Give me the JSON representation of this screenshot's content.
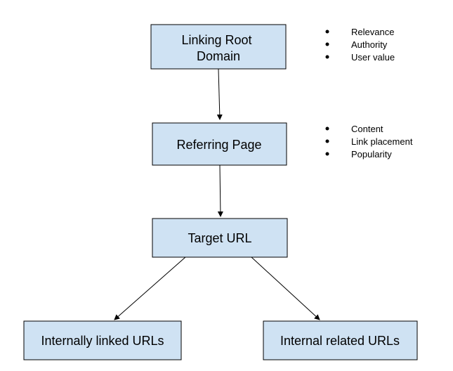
{
  "diagram": {
    "nodes": {
      "linking_root_domain": {
        "line1": "Linking Root",
        "line2": "Domain"
      },
      "referring_page": {
        "label": "Referring Page"
      },
      "target_url": {
        "label": "Target URL"
      },
      "internally_linked_urls": {
        "label": "Internally linked URLs"
      },
      "internal_related_urls": {
        "label": "Internal related URLs"
      }
    },
    "notes": {
      "domain": [
        "Relevance",
        "Authority",
        "User value"
      ],
      "page": [
        "Content",
        "Link placement",
        "Popularity"
      ]
    },
    "colors": {
      "box_fill": "#cfe2f3",
      "border": "#000000"
    }
  }
}
